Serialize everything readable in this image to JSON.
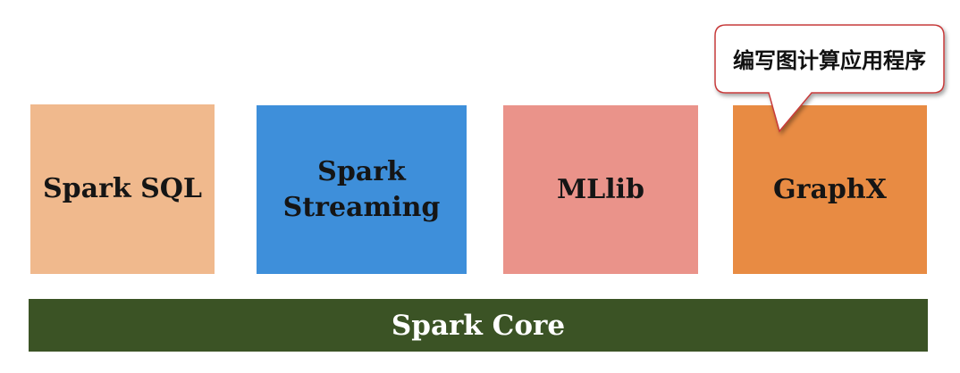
{
  "diagram": {
    "modules": [
      {
        "label": "Spark SQL",
        "color": "#f0b98d"
      },
      {
        "label": "Spark\nStreaming",
        "color": "#3e8fda"
      },
      {
        "label": "MLlib",
        "color": "#ea938a"
      },
      {
        "label": "GraphX",
        "color": "#e88b43"
      }
    ],
    "core": {
      "label": "Spark Core",
      "color": "#3b5325"
    },
    "callout": {
      "text": "编写图计算应用程序"
    }
  }
}
